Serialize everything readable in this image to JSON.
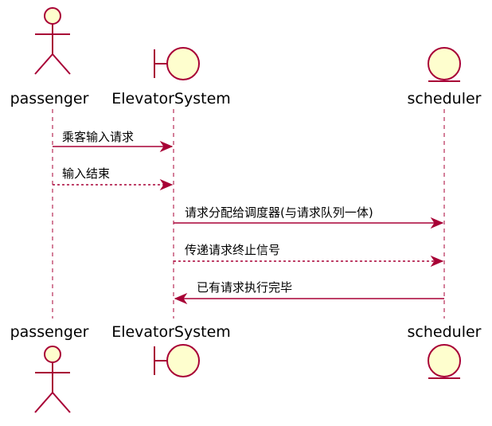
{
  "participants": [
    {
      "id": "passenger",
      "name": "passenger",
      "kind": "actor"
    },
    {
      "id": "elevator",
      "name": "ElevatorSystem",
      "kind": "boundary"
    },
    {
      "id": "scheduler",
      "name": "scheduler",
      "kind": "entity"
    }
  ],
  "messages": [
    {
      "from": "passenger",
      "to": "elevator",
      "text": "乘客输入请求",
      "style": "solid"
    },
    {
      "from": "passenger",
      "to": "elevator",
      "text": "输入结束",
      "style": "dashed"
    },
    {
      "from": "elevator",
      "to": "scheduler",
      "text": "请求分配给调度器(与请求队列一体)",
      "style": "solid"
    },
    {
      "from": "elevator",
      "to": "scheduler",
      "text": "传递请求终止信号",
      "style": "dashed"
    },
    {
      "from": "scheduler",
      "to": "elevator",
      "text": "已有请求执行完毕",
      "style": "solid"
    }
  ],
  "colors": {
    "border": "#A80036",
    "fill": "#FEFECE"
  }
}
